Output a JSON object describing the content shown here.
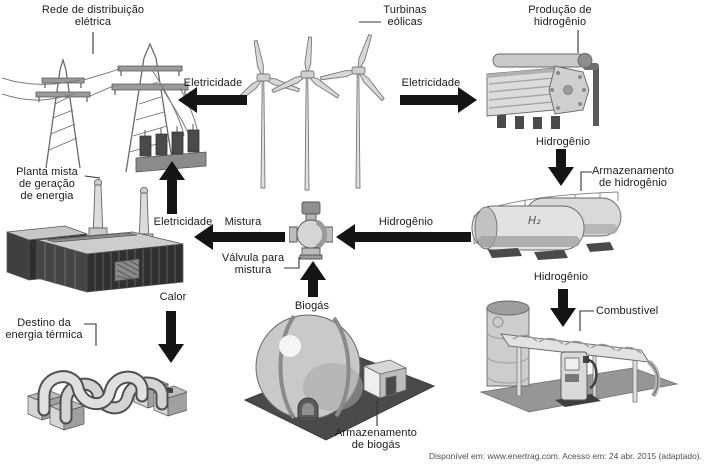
{
  "colors": {
    "arrow": "#141414",
    "ink": "#1c1c1c",
    "note": "#4f4f4f"
  },
  "labels": {
    "grid": "Rede de distribuição\nelétrica",
    "wind_turbines": "Turbinas\neólicas",
    "h2_production": "Produção de\nhidrogênio",
    "electricity_to_grid": "Eletricidade",
    "electricity_to_h2": "Eletricidade",
    "hydrogen_after_production": "Hidrogênio",
    "h2_storage": "Armazenamento\nde hidrogênio",
    "hydrogen_to_fuel": "Hidrogênio",
    "fuel": "Combustível",
    "mixed_plant": "Planta mista\nde geração\nde energia",
    "electricity_from_plant": "Eletricidade",
    "mixture": "Mistura",
    "hydrogen_to_valve": "Hidrogênio",
    "mixing_valve": "Válvula para\nmistura",
    "biogas": "Biogás",
    "heat": "Calor",
    "thermal_destination": "Destino da\nenergia térmica",
    "biogas_storage": "Armazenamento\nde biogás",
    "tank_marking": "H₂"
  },
  "source_note": "Disponível em: www.enertrag.com. Acesso em: 24 abr. 2015 (adaptado)."
}
